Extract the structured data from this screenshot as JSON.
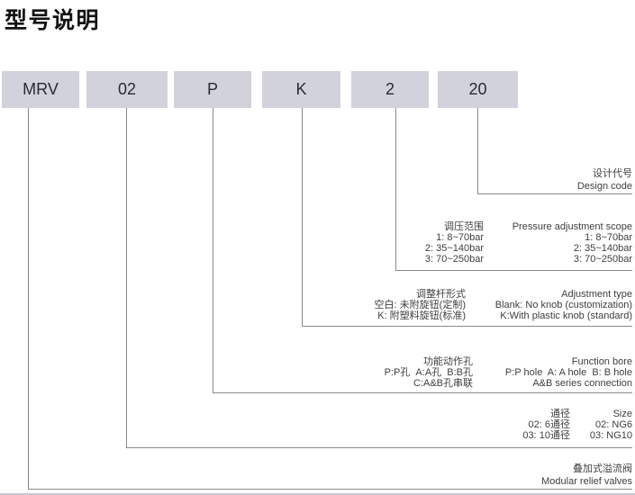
{
  "title": "型号说明",
  "model_code": {
    "segments": [
      "MRV",
      "02",
      "P",
      "K",
      "2",
      "20"
    ]
  },
  "sections": {
    "design_code": {
      "cn": "设计代号",
      "en": "Design code"
    },
    "pressure": {
      "cn_title": "调压范围",
      "en_title": "Pressure adjustment scope",
      "rows": [
        {
          "cn": "1: 8~70bar",
          "en": "1: 8~70bar"
        },
        {
          "cn": "2: 35~140bar",
          "en": "2: 35~140bar"
        },
        {
          "cn": "3: 70~250bar",
          "en": "3: 70~250bar"
        }
      ]
    },
    "adjustment": {
      "cn_title": "调整杆形式",
      "en_title": "Adjustment type",
      "rows": [
        {
          "cn": "空白: 未附旋钮(定制)",
          "en": "Blank: No knob (customization)"
        },
        {
          "cn": "K: 附塑料旋钮(标准)",
          "en": "K:With plastic knob (standard)"
        }
      ]
    },
    "function_bore": {
      "cn_title": "功能动作孔",
      "en_title": "Function bore",
      "rows": [
        {
          "cn": "P:P孔  A:A孔  B:B孔",
          "en": "P:P hole  A: A hole  B: B hole"
        },
        {
          "cn": "C:A&B孔串联",
          "en": "A&B series connection"
        }
      ]
    },
    "size": {
      "cn_title": "通径",
      "en_title": "Size",
      "rows": [
        {
          "cn": "02: 6通径",
          "en": "02: NG6"
        },
        {
          "cn": "03: 10通径",
          "en": "03: NG10"
        }
      ]
    },
    "product": {
      "cn": "叠加式溢流阀",
      "en": "Modular relief valves"
    }
  },
  "colors": {
    "box_fill": "#d2d2dc",
    "box_text": "#2a2a36",
    "connector_line": "#8a8a8a",
    "body_text": "#3e3e3e"
  }
}
